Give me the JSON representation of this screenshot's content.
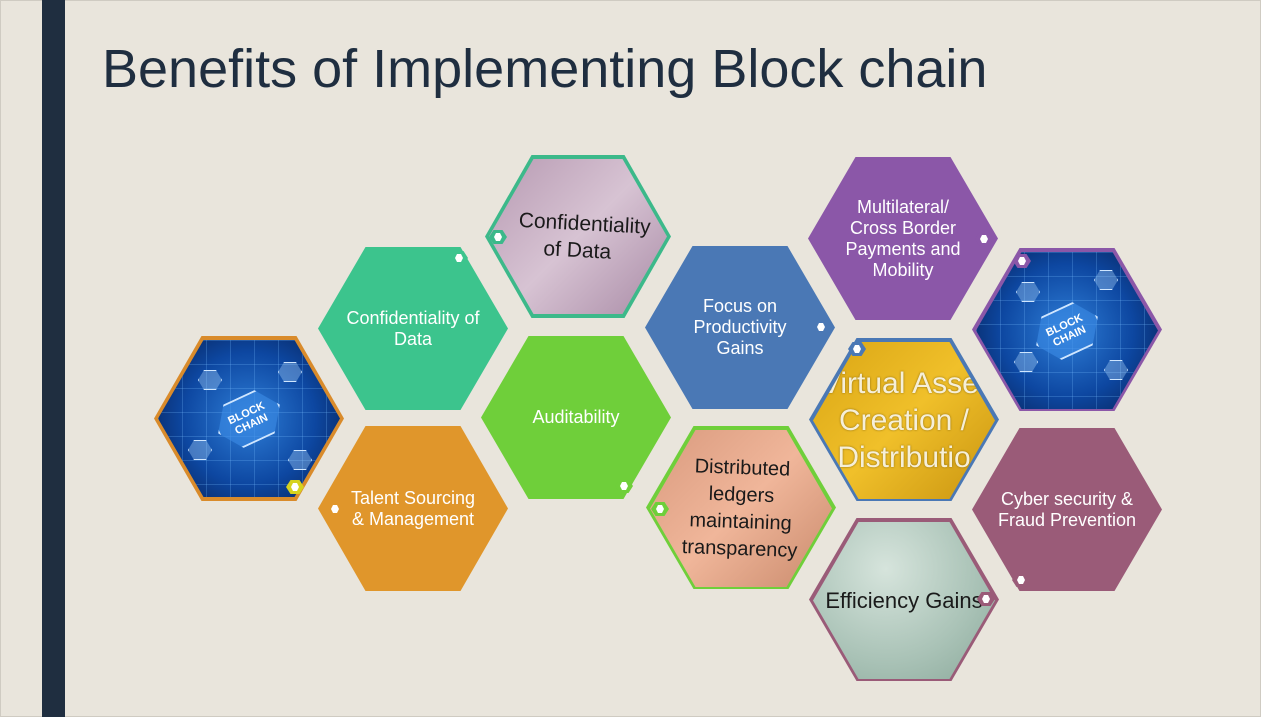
{
  "slide": {
    "title": "Benefits of Implementing Block chain"
  },
  "hexagons": {
    "confidentiality_green": {
      "label": "Confidentiality of Data",
      "color": "#3cc48d"
    },
    "confidentiality_photo": {
      "label": "Confidentiality of Data",
      "border": "#3cb98a"
    },
    "auditability": {
      "label": "Auditability",
      "color": "#6fcf3a"
    },
    "talent": {
      "label": "Talent Sourcing & Management",
      "color": "#e0962b"
    },
    "productivity": {
      "label": "Focus on Productivity Gains",
      "color": "#4a78b5"
    },
    "multilateral": {
      "label": "Multilateral/ Cross Border Payments and Mobility",
      "color": "#8b57a8"
    },
    "cyber": {
      "label": "Cyber security & Fraud Prevention",
      "color": "#9a5b78"
    },
    "distributed_photo": {
      "label": "Distributed ledgers maintaining transparency",
      "border": "#6fcf3a"
    },
    "virtual_photo": {
      "label": "Virtual Asset Creation / Distributio",
      "border": "#4a78b5"
    },
    "efficiency_photo": {
      "label": "Efficiency Gains",
      "border": "#9a5b78"
    },
    "blockchain_left": {
      "badge": "BLOCK CHAIN",
      "border": "#d98b2b"
    },
    "blockchain_right": {
      "badge": "BLOCK CHAIN",
      "border": "#8b57a8"
    }
  }
}
